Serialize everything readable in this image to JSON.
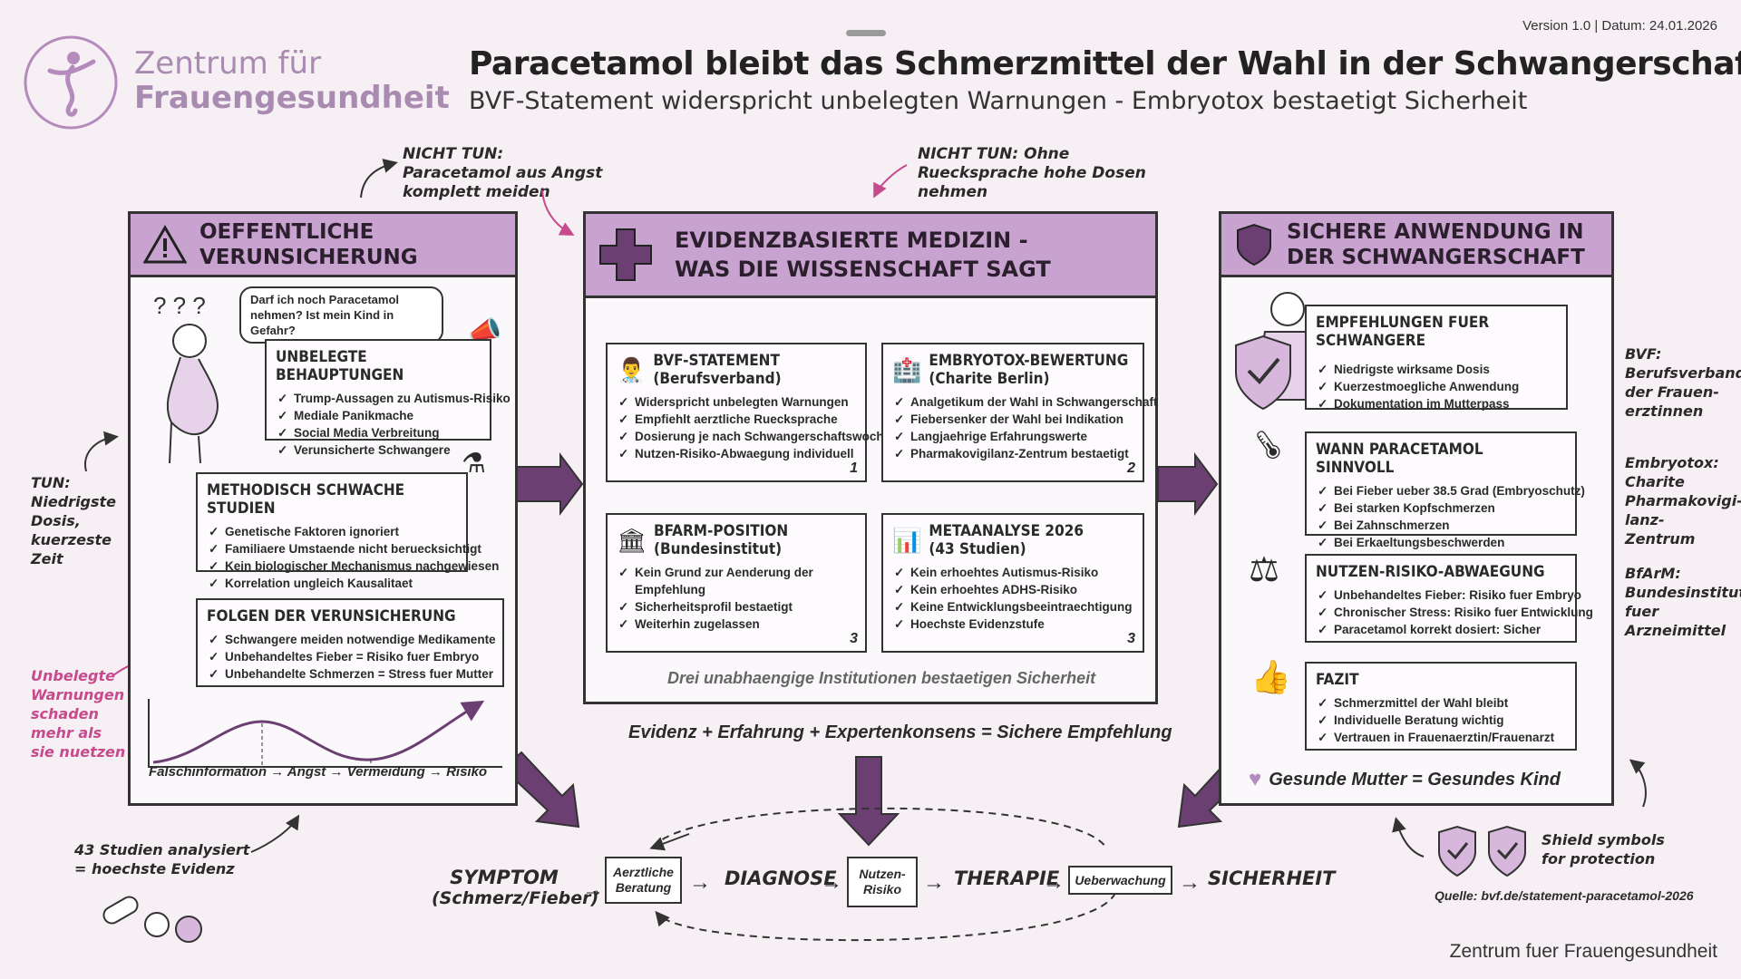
{
  "header": {
    "version": "Version 1.0 | Datum: 24.01.2026",
    "logo_line1": "Zentrum für",
    "logo_line2": "Frauengesundheit",
    "title": "Paracetamol bleibt das Schmerzmittel der Wahl in der Schwangerschaft",
    "subtitle": "BVF-Statement widerspricht unbelegten Warnungen - Embryotox bestaetigt Sicherheit"
  },
  "annotations": {
    "nicht_tun_1": "NICHT TUN: Paracetamol aus Angst komplett meiden",
    "nicht_tun_2": "NICHT TUN: Ohne Ruecksprache hohe Dosen nehmen",
    "tun": "TUN: Niedrigste Dosis, kuerzeste Zeit",
    "warnungen": "Unbelegte Warnungen schaden mehr als sie nuetzen",
    "studien": "43 Studien analysiert = hoechste Evidenz",
    "bvf": "BVF: Berufsverband der Frauen-erztinnen",
    "embryotox": "Embryotox: Charite Pharmakovigi-lanz-Zentrum",
    "bfarm": "BfArM: Bundesinstitut fuer Arzneimittel",
    "shield": "Shield symbols for protection",
    "quelle": "Quelle: bvf.de/statement-paracetamol-2026",
    "footer": "Zentrum fuer Frauengesundheit"
  },
  "left": {
    "title": "OEFFENTLICHE VERUNSICHERUNG",
    "speech": "Darf ich noch Paracetamol nehmen? Ist mein Kind in Gefahr?",
    "box1": {
      "title": "UNBELEGTE BEHAUPTUNGEN",
      "items": [
        "Trump-Aussagen zu Autismus-Risiko",
        "Mediale Panikmache",
        "Social Media Verbreitung",
        "Verunsicherte Schwangere"
      ]
    },
    "box2": {
      "title": "METHODISCH SCHWACHE STUDIEN",
      "items": [
        "Genetische Faktoren ignoriert",
        "Familiaere Umstaende nicht beruecksichtigt",
        "Kein biologischer Mechanismus nachgewiesen",
        "Korrelation ungleich Kausalitaet"
      ]
    },
    "box3": {
      "title": "FOLGEN DER VERUNSICHERUNG",
      "items": [
        "Schwangere meiden notwendige Medikamente",
        "Unbehandeltes Fieber = Risiko fuer Embryo",
        "Unbehandelte Schmerzen = Stress fuer Mutter"
      ]
    },
    "curve_label": "Falschinformation → Angst → Vermeidung → Risiko"
  },
  "middle": {
    "title_line1": "EVIDENZBASIERTE MEDIZIN -",
    "title_line2": "WAS DIE WISSENSCHAFT SAGT",
    "box1": {
      "title": "BVF-STATEMENT",
      "sub": "(Berufsverband)",
      "num": "1",
      "items": [
        "Widerspricht unbelegten Warnungen",
        "Empfiehlt aerztliche Ruecksprache",
        "Dosierung je nach Schwangerschaftswoche",
        "Nutzen-Risiko-Abwaegung individuell"
      ]
    },
    "box2": {
      "title": "EMBRYOTOX-BEWERTUNG",
      "sub": "(Charite Berlin)",
      "num": "2",
      "items": [
        "Analgetikum der Wahl in Schwangerschaft",
        "Fiebersenker der Wahl bei Indikation",
        "Langjaehrige Erfahrungswerte",
        "Pharmakovigilanz-Zentrum bestaetigt"
      ]
    },
    "box3": {
      "title": "BFARM-POSITION",
      "sub": "(Bundesinstitut)",
      "num": "3",
      "items": [
        "Kein Grund zur Aenderung der Empfehlung",
        "Sicherheitsprofil bestaetigt",
        "Weiterhin zugelassen"
      ]
    },
    "box4": {
      "title": "METAANALYSE 2026",
      "sub": "(43 Studien)",
      "num": "3",
      "items": [
        "Kein erhoehtes Autismus-Risiko",
        "Kein erhoehtes ADHS-Risiko",
        "Keine Entwicklungsbeeintraechtigung",
        "Hoechste Evidenzstufe"
      ]
    },
    "note": "Drei unabhaengige Institutionen bestaetigen Sicherheit",
    "formula": "Evidenz + Erfahrung + Expertenkonsens = Sichere Empfehlung"
  },
  "right": {
    "title": "SICHERE ANWENDUNG IN DER SCHWANGERSCHAFT",
    "box1": {
      "title": "EMPFEHLUNGEN FUER SCHWANGERE",
      "items": [
        "Niedrigste wirksame Dosis",
        "Kuerzestmoegliche Anwendung",
        "Dokumentation im Mutterpass"
      ]
    },
    "box2": {
      "title": "WANN PARACETAMOL SINNVOLL",
      "items": [
        "Bei Fieber ueber 38.5 Grad (Embryoschutz)",
        "Bei starken Kopfschmerzen",
        "Bei Zahnschmerzen",
        "Bei Erkaeltungsbeschwerden"
      ]
    },
    "box3": {
      "title": "NUTZEN-RISIKO-ABWAEGUNG",
      "items": [
        "Unbehandeltes Fieber: Risiko fuer Embryo",
        "Chronischer Stress: Risiko fuer Entwicklung",
        "Paracetamol korrekt dosiert: Sicher"
      ]
    },
    "box4": {
      "title": "FAZIT",
      "items": [
        "Schmerzmittel der Wahl bleibt",
        "Individuelle Beratung wichtig",
        "Vertrauen in Frauenaerztin/Frauenarzt"
      ]
    },
    "motto": "Gesunde Mutter = Gesundes Kind"
  },
  "flow": {
    "symptom_1": "SYMPTOM",
    "symptom_2": "(Schmerz/Fieber)",
    "beratung": "Aerztliche Beratung",
    "diagnose": "DIAGNOSE",
    "nutzen": "Nutzen-Risiko",
    "therapie": "THERAPIE",
    "ueberwachung": "Ueberwachung",
    "sicherheit": "SICHERHEIT"
  },
  "colors": {
    "accent": "#c9a3d0",
    "dark_purple": "#6b3f72",
    "pink": "#c74a8c"
  }
}
